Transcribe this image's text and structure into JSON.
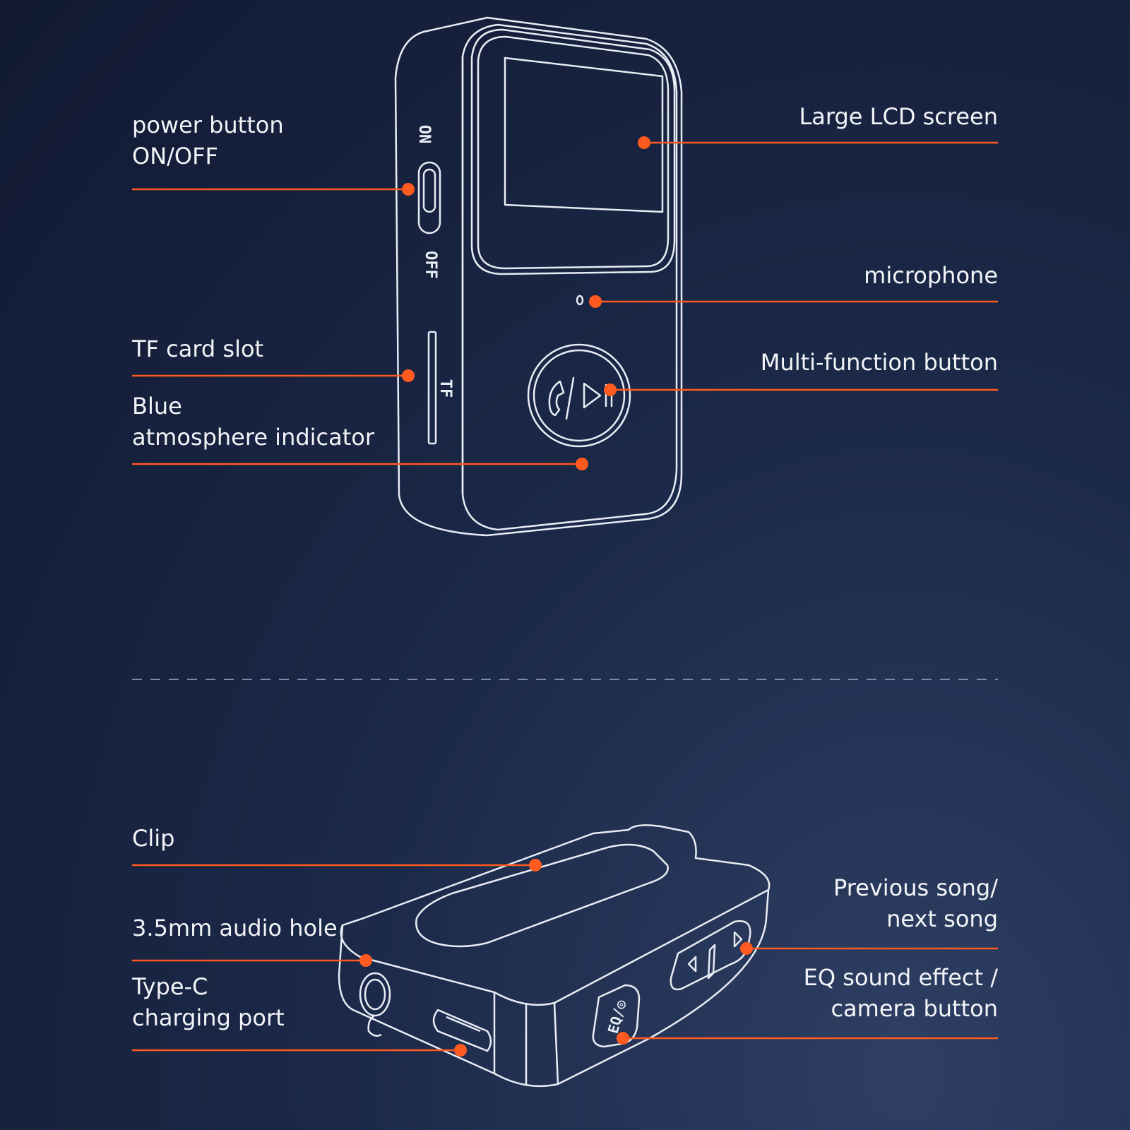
{
  "device_top": {
    "side_label_on": "ON",
    "side_label_off": "OFF",
    "side_label_tf": "TF"
  },
  "callouts_top": {
    "power_button": {
      "line1": "power button",
      "line2": "ON/OFF"
    },
    "tf_card_slot": {
      "text": "TF card slot"
    },
    "indicator": {
      "line1": "Blue",
      "line2": "atmosphere indicator"
    },
    "lcd_screen": {
      "text": "Large LCD screen"
    },
    "microphone": {
      "text": "microphone"
    },
    "multifunction": {
      "text": "Multi-function button"
    }
  },
  "callouts_bottom": {
    "clip": {
      "text": "Clip"
    },
    "audio_hole": {
      "text": "3.5mm audio hole"
    },
    "typec": {
      "line1": "Type-C",
      "line2": "charging port"
    },
    "prev_next": {
      "line1": "Previous song/",
      "line2": "next song"
    },
    "eq_camera": {
      "line1": "EQ sound effect /",
      "line2": "camera button"
    }
  },
  "colors": {
    "accent": "#ff5a1f",
    "outline": "#e8ecf4",
    "text": "#f2f4f8",
    "divider": "#7f8aa6"
  }
}
